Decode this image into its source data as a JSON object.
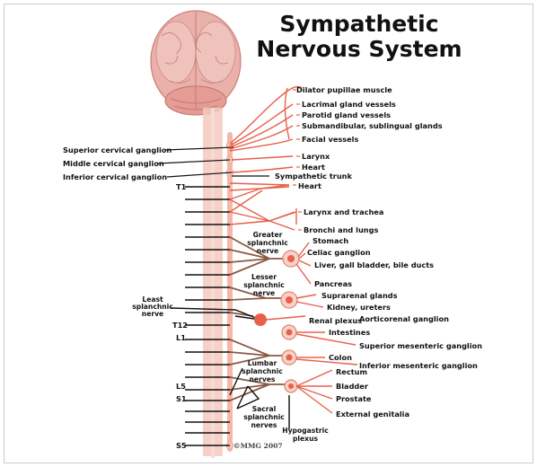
{
  "title_line1": "Sympathetic",
  "title_line2": "Nervous System",
  "copyright": "©MMG 2007",
  "organs": {
    "dilator_pupillae": "Dilator pupillae muscle",
    "lacrimal": "Lacrimal gland vessels",
    "parotid": "Parotid gland vessels",
    "submandibular": "Submandibular, sublingual glands",
    "facial": "Facial vessels",
    "larynx": "Larynx",
    "heart_upper": "Heart",
    "sympathetic_trunk": "Sympathetic trunk",
    "heart_lower": "Heart",
    "larynx_trachea": "Larynx and trachea",
    "bronchi": "Bronchi and lungs",
    "stomach": "Stomach",
    "celiac": "Celiac ganglion",
    "liver": "Liver, gall bladder, bile ducts",
    "pancreas": "Pancreas",
    "suprarenal": "Suprarenal glands",
    "kidney": "Kidney, ureters",
    "aorticorenal": "Aorticorenal ganglion",
    "renal_plexus": "Renal plexus",
    "intestines": "Intestines",
    "sup_mesenteric": "Superior mesenteric ganglion",
    "colon": "Colon",
    "inf_mesenteric": "Inferior mesenteric ganglion",
    "rectum": "Rectum",
    "bladder": "Bladder",
    "prostate": "Prostate",
    "genitalia": "External genitalia"
  },
  "ganglia": {
    "superior_cervical": "Superior cervical ganglion",
    "middle_cervical": "Middle cervical ganglion",
    "inferior_cervical": "Inferior cervical ganglion"
  },
  "nerves": {
    "greater_1": "Greater",
    "greater_2": "splanchnic",
    "greater_3": "nerve",
    "lesser_1": "Lesser",
    "lesser_2": "splanchnic",
    "lesser_3": "nerve",
    "least_1": "Least",
    "least_2": "splanchnic",
    "least_3": "nerve",
    "lumbar_1": "Lumbar",
    "lumbar_2": "splanchnic",
    "lumbar_3": "nerves",
    "sacral_1": "Sacral",
    "sacral_2": "splanchnic",
    "sacral_3": "nerves",
    "hypogastric_1": "Hypogastric",
    "hypogastric_2": "plexus"
  },
  "segments": {
    "t1": "T1",
    "t12": "T12",
    "l1": "L1",
    "l5": "L5",
    "s1": "S1",
    "s5": "S5"
  },
  "colors": {
    "nerve_red": "#e8604a",
    "cord_pink": "#f2c4b8",
    "preganglionic": "#111111",
    "splanchnic_brown": "#8a5a44",
    "brain": "#e9a8a2"
  }
}
